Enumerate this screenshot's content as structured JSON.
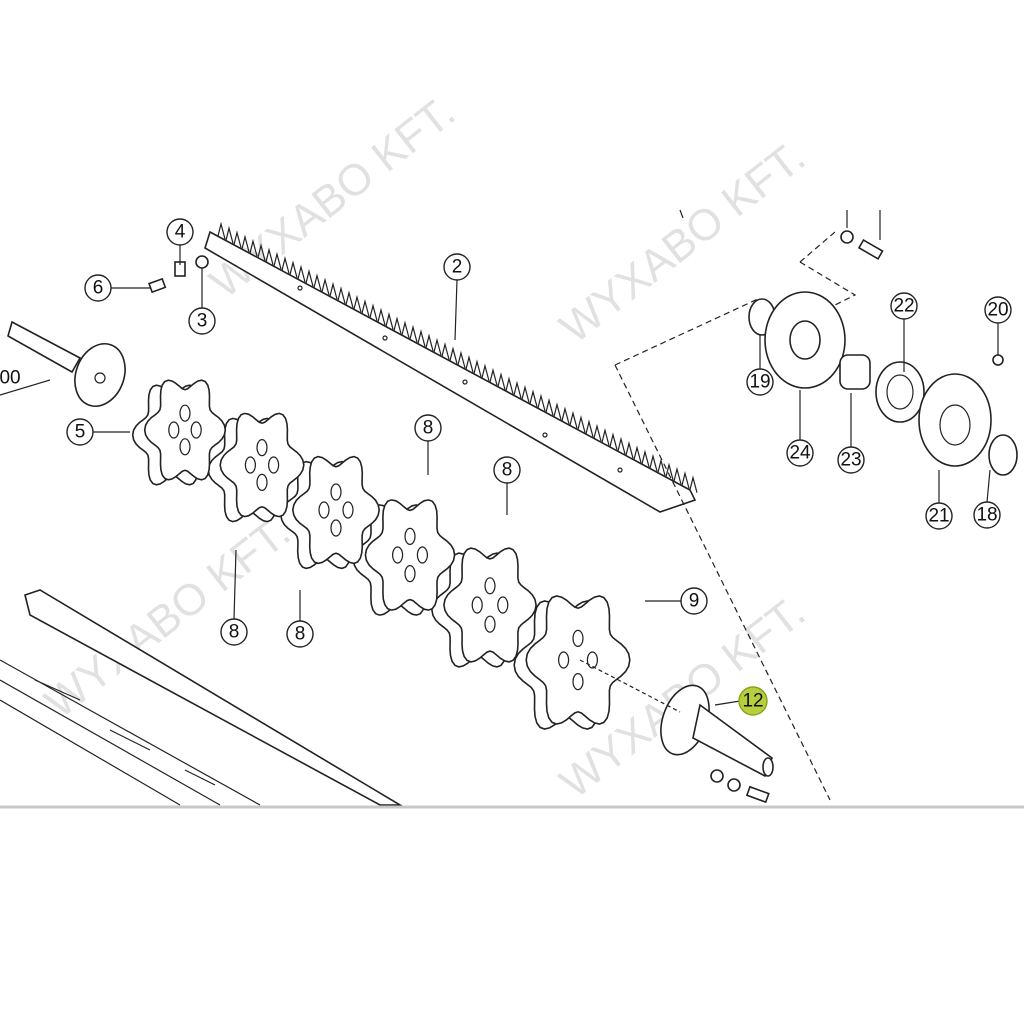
{
  "watermark": "WYXABO KFT.",
  "callouts": {
    "c4": "4",
    "c6": "6",
    "c3": "3",
    "c2": "2",
    "c100": "00",
    "c5": "5",
    "c8a": "8",
    "c8b": "8",
    "c8c": "8",
    "c8d": "8",
    "c9": "9",
    "c12": "12",
    "c19": "19",
    "c22": "22",
    "c20": "20",
    "c24": "24",
    "c23": "23",
    "c21": "21",
    "c18": "18"
  },
  "highlight_color": "#b6cf3c"
}
